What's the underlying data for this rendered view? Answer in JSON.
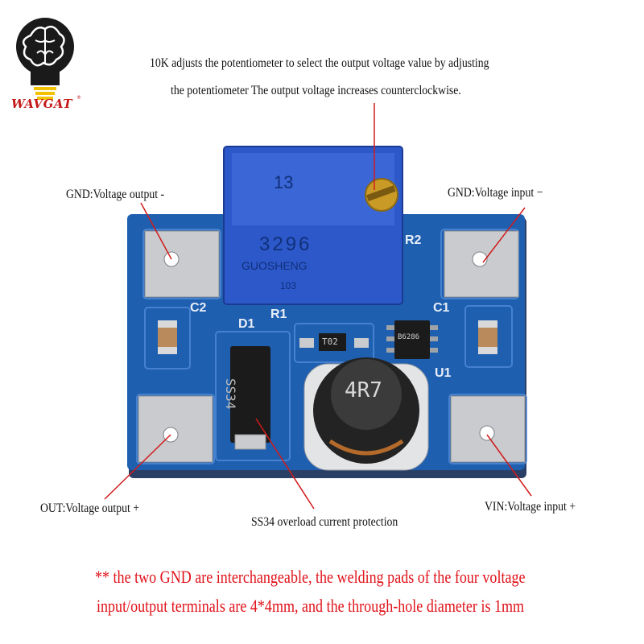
{
  "logo": {
    "brand": "WAVGAT",
    "registered_mark": "®"
  },
  "caption": {
    "line1": "10K adjusts the potentiometer to select the output voltage value by adjusting",
    "line2": "the potentiometer  The output voltage increases counterclockwise."
  },
  "labels": {
    "gnd_out": "GND:Voltage output -",
    "gnd_in": "GND:Voltage  input −",
    "out": "OUT:Voltage output +",
    "vin": "VIN:Voltage input +",
    "diode": "SS34 overload current protection"
  },
  "note": {
    "line1": "** the two GND are interchangeable, the welding pads of the four voltage",
    "line2": "input/output terminals are 4*4mm, and the through-hole diameter is 1mm"
  },
  "board_markings": {
    "pot_top": "13",
    "pot_code": "3296",
    "pot_brand": "GUOSHENG",
    "pot_res": "103",
    "inductor": "4R7",
    "diode": "SS34",
    "transistor": "T02",
    "ic": "B6286",
    "r2": "R2",
    "r1": "R1",
    "c1": "C1",
    "c2": "C2",
    "d1": "D1",
    "u1": "U1"
  },
  "colors": {
    "pcb": "#1f5fb0",
    "pcb_dark": "#163f7a",
    "pad": "#c9cbce",
    "pot": "#2d58c9",
    "annotation_line": "#d11a1a",
    "note_text": "#e0121a"
  }
}
